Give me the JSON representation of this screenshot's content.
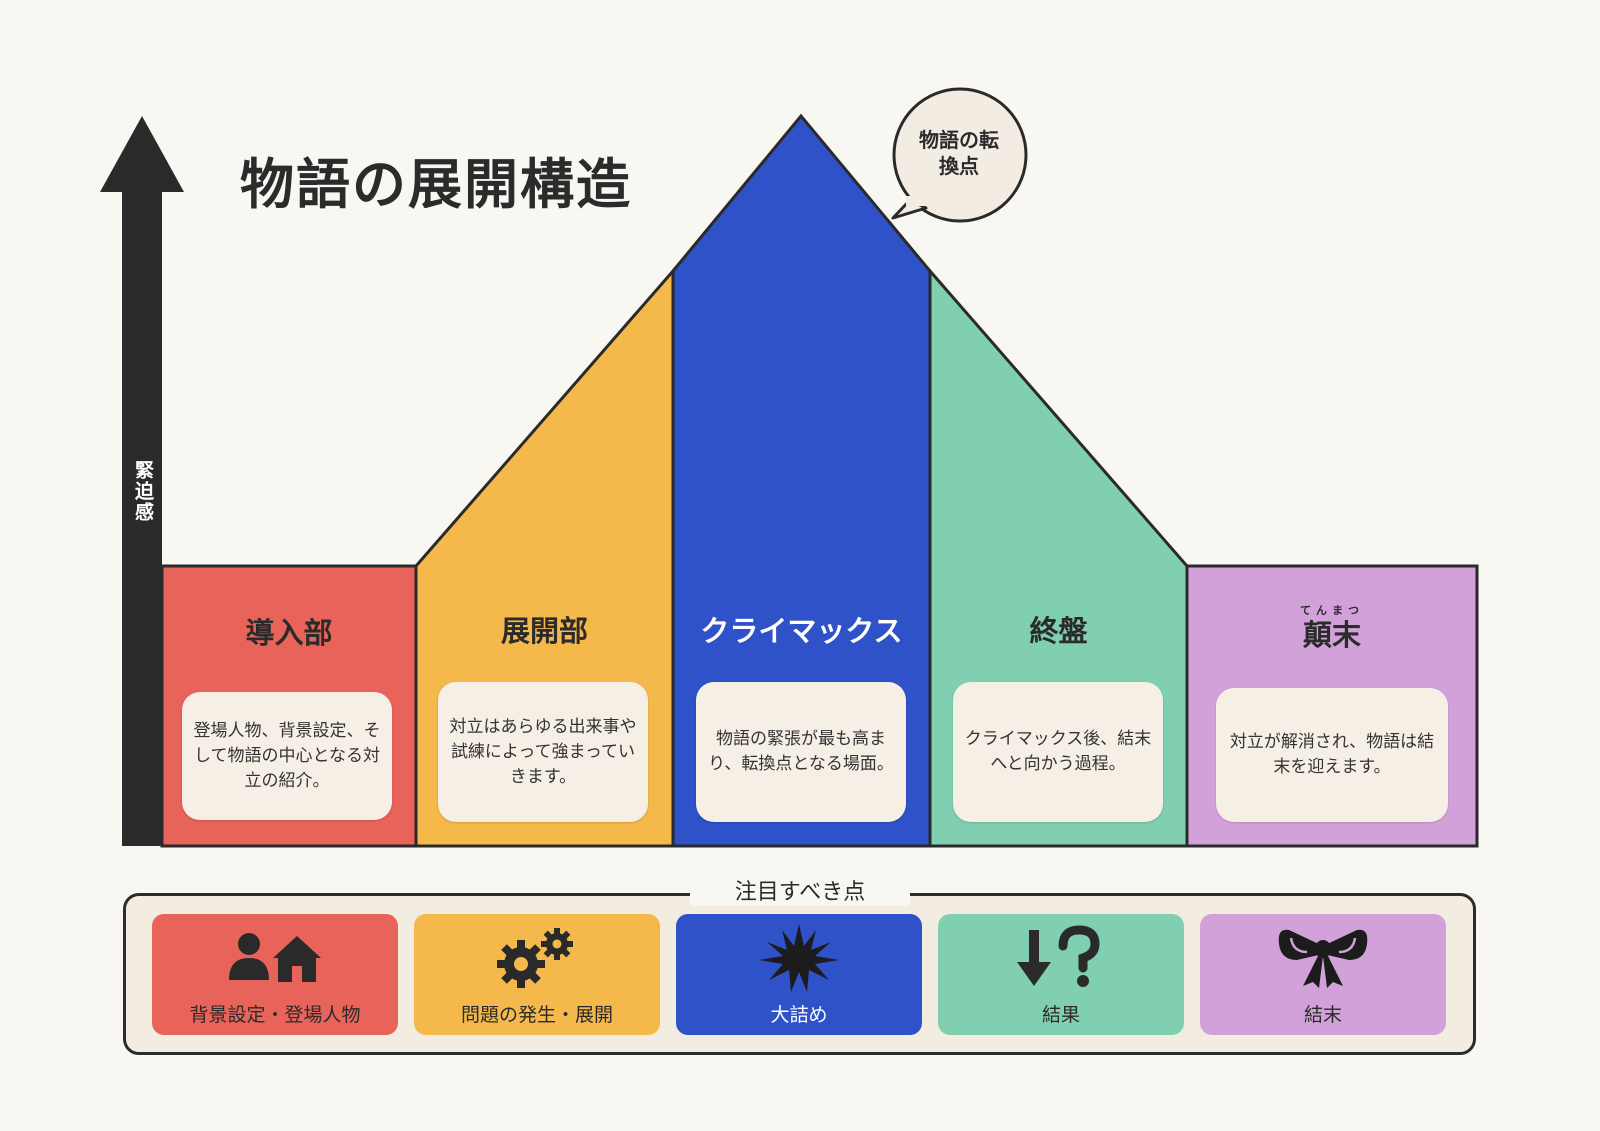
{
  "title": "物語の展開構造",
  "axis_label": "緊迫感",
  "callout": "物語の転換点",
  "phases": [
    {
      "title": "導入部",
      "description": "登場人物、背景設定、そして物語の中心となる対立の紹介。",
      "color": "#e8635a"
    },
    {
      "title": "展開部",
      "description": "対立はあらゆる出来事や試練によって強まっていきます。",
      "color": "#f4b84b"
    },
    {
      "title": "クライマックス",
      "description": "物語の緊張が最も高まり、転換点となる場面。",
      "color": "#2f52c8"
    },
    {
      "title": "終盤",
      "description": "クライマックス後、結末へと向かう過程。",
      "color": "#80cfb0"
    },
    {
      "title": "顛末",
      "ruby": "てんまつ",
      "description": "対立が解消され、物語は結末を迎えます。",
      "color": "#d3a1d9"
    }
  ],
  "key_points": {
    "label": "注目すべき点",
    "items": [
      {
        "label": "背景設定・登場人物",
        "icon": "person-house-icon",
        "color": "#e8635a"
      },
      {
        "label": "問題の発生・展開",
        "icon": "gears-icon",
        "color": "#f4b84b"
      },
      {
        "label": "大詰め",
        "icon": "burst-icon",
        "color": "#2f52c8"
      },
      {
        "label": "結果",
        "icon": "arrow-question-icon",
        "color": "#80cfb0"
      },
      {
        "label": "結末",
        "icon": "bow-icon",
        "color": "#d3a1d9"
      }
    ]
  }
}
